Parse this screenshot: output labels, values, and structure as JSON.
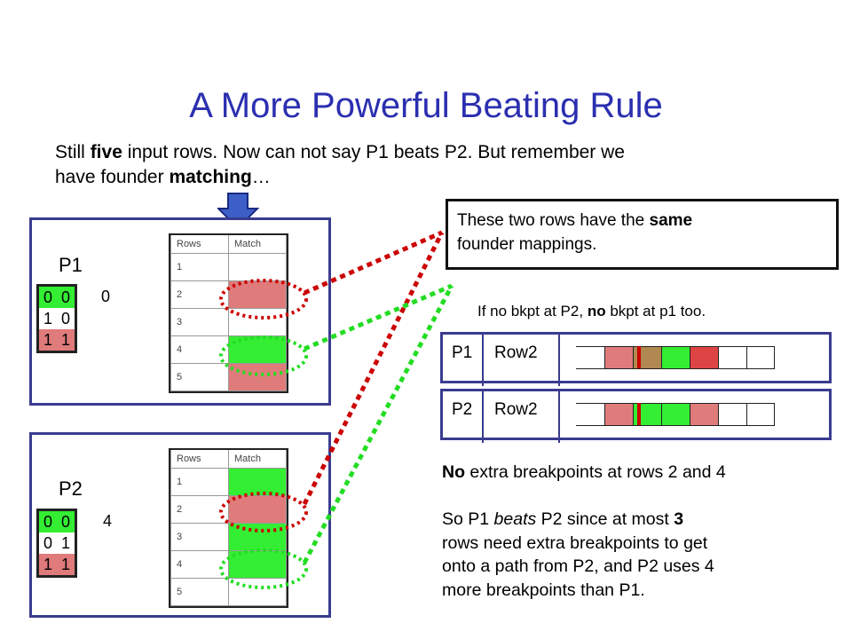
{
  "title": "A More Powerful Beating Rule",
  "intro": {
    "line1_a": "Still ",
    "line1_b": "five",
    "line1_c": " input rows. Now can not say P1 beats P2. But remember we",
    "line2_a": "have founder ",
    "line2_b": "matching",
    "line2_c": "…"
  },
  "p1": {
    "label": "P1",
    "grid": [
      [
        "0",
        "0"
      ],
      [
        "1",
        "0"
      ],
      [
        "1",
        "1"
      ]
    ],
    "extra": "0",
    "table": {
      "headers": [
        "Rows",
        "Match"
      ],
      "rows": [
        "1",
        "2",
        "3",
        "4",
        "5"
      ],
      "match_colors": [
        "white",
        "red",
        "white",
        "green",
        "red"
      ]
    }
  },
  "p2": {
    "label": "P2",
    "grid": [
      [
        "0",
        "0"
      ],
      [
        "0",
        "1"
      ],
      [
        "1",
        "1"
      ]
    ],
    "extra": "4",
    "table": {
      "headers": [
        "Rows",
        "Match"
      ],
      "rows": [
        "1",
        "2",
        "3",
        "4",
        "5"
      ],
      "match_colors": [
        "green",
        "red",
        "green",
        "green",
        "white"
      ]
    }
  },
  "callout": {
    "text_a": "These two rows have the ",
    "text_b": "same",
    "text_c": "founder mappings."
  },
  "note": {
    "a": "If no bkpt at P2, ",
    "b": "no",
    "c": " bkpt at p1 too."
  },
  "rowbox1": {
    "p": "P1",
    "row": "Row2"
  },
  "rowbox2": {
    "p": "P2",
    "row": "Row2"
  },
  "colors": {
    "title": "#2b2fb0",
    "panel_border": "#3a3c8f",
    "green": "#33ee33",
    "red": "#e07b7b",
    "brown": "#b08850",
    "dark_red": "#dd4444",
    "breakpoint": "#cc0000",
    "arrow": "#3c5fc8"
  },
  "conclusion": {
    "l1_a": "No",
    "l1_b": " extra breakpoints at rows 2 and 4",
    "l2_a": "So P1 ",
    "l2_b": "beats",
    "l2_c": " P2 since at most ",
    "l2_d": "3",
    "l3": "rows need extra breakpoints to get",
    "l4": "onto a path from P2, and P2 uses 4",
    "l5": "more breakpoints than P1."
  }
}
